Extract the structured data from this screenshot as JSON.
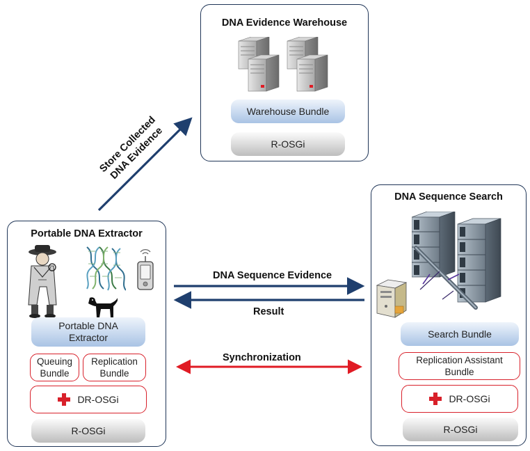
{
  "warehouse": {
    "title": "DNA Evidence Warehouse",
    "bundle": "Warehouse Bundle",
    "base": "R-OSGi"
  },
  "search": {
    "title": "DNA Sequence Search",
    "bundle": "Search Bundle",
    "replication_assistant": "Replication Assistant Bundle",
    "dr_osgi": "DR-OSGi",
    "base": "R-OSGi"
  },
  "extractor": {
    "title": "Portable DNA Extractor",
    "bundle": "Portable DNA Extractor",
    "queuing": "Queuing Bundle",
    "replication": "Replication Bundle",
    "dr_osgi": "DR-OSGi",
    "base": "R-OSGi"
  },
  "arrows": {
    "store": {
      "line1": "Store Collected",
      "line2": "DNA Evidence"
    },
    "evidence": "DNA Sequence Evidence",
    "result": "Result",
    "sync": "Synchronization"
  },
  "colors": {
    "navy": "#1f3f6e",
    "red": "#e01b24",
    "panel_border": "#1f3557"
  },
  "icons": [
    "server-icon",
    "detective-icon",
    "dna-helix-icon",
    "dog-icon",
    "mobile-device-icon",
    "server-rack-icon",
    "desktop-pc-icon",
    "network-bus-icon",
    "red-cross-icon"
  ]
}
